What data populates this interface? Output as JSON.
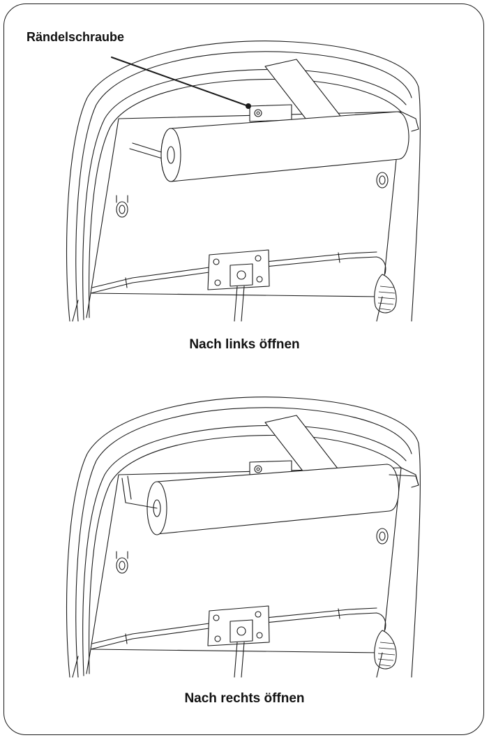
{
  "callout": {
    "label": "Rändelschraube"
  },
  "captions": {
    "top": "Nach links öffnen",
    "bottom": "Nach rechts öffnen"
  },
  "colors": {
    "line": "#1a1a1a",
    "background": "#ffffff"
  }
}
